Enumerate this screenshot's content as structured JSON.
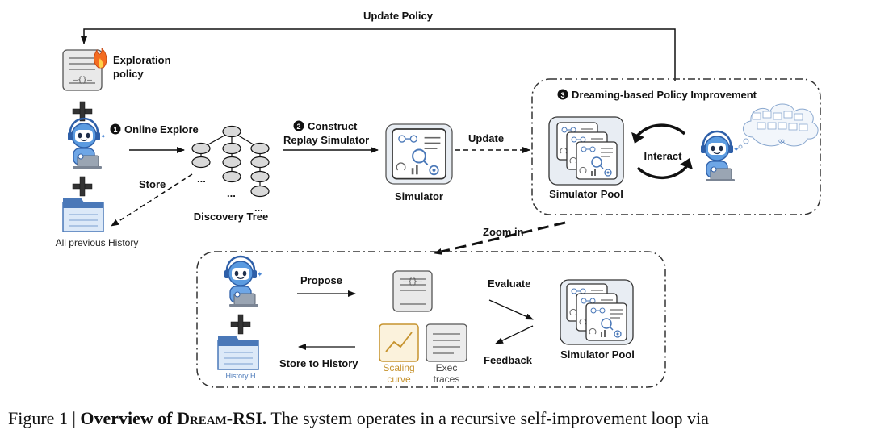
{
  "labels": {
    "update_policy": "Update Policy",
    "exploration_policy_1": "Exploration",
    "exploration_policy_2": "policy",
    "step1": "Online Explore",
    "store": "Store",
    "all_history": "All previous History",
    "discovery_tree": "Discovery Tree",
    "step2_line1": "Construct",
    "step2_line2": "Replay Simulator",
    "simulator": "Simulator",
    "update": "Update",
    "step3": "Dreaming-based Policy Improvement",
    "interact": "Interact",
    "simulator_pool": "Simulator Pool",
    "zoom_in": "Zoom in",
    "propose": "Propose",
    "evaluate": "Evaluate",
    "feedback": "Feedback",
    "store_to_history": "Store to History",
    "history_h": "History H",
    "scaling_1": "Scaling",
    "scaling_2": "curve",
    "exec_1": "Exec",
    "exec_2": "traces",
    "simulator_pool_2": "Simulator Pool",
    "num1": "1",
    "num2": "2",
    "num3": "3",
    "code_glyph": "–{}–",
    "ellipsis": "...",
    "infinity": "∞"
  },
  "caption": {
    "prefix": "Figure 1 | ",
    "bold_1": "Overview of ",
    "name": "Dream-RSI.",
    "rest": " The system operates in a recursive self-improvement loop via"
  },
  "colors": {
    "robot_blue": "#4a86d4",
    "doc_gray": "#e8e8e8",
    "accent_orange": "#c6932e",
    "flame": "#f36c21"
  }
}
